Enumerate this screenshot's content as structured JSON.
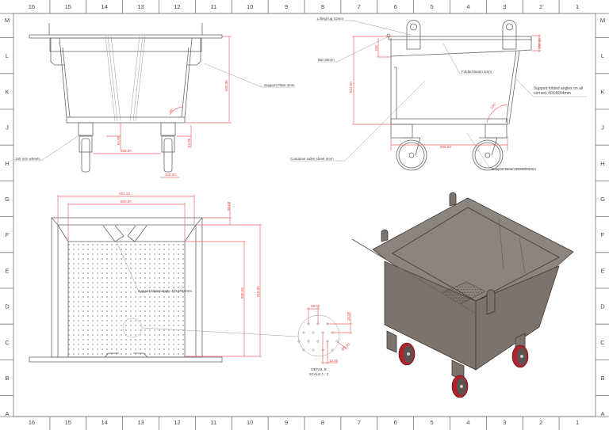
{
  "sheet": {
    "columns": [
      "16",
      "15",
      "14",
      "13",
      "12",
      "11",
      "10",
      "9",
      "8",
      "7",
      "6",
      "5",
      "4",
      "3",
      "2",
      "1"
    ],
    "rows": [
      "M",
      "L",
      "K",
      "J",
      "H",
      "G",
      "F",
      "E",
      "D",
      "C",
      "B",
      "A"
    ]
  },
  "front_view": {
    "labels": {
      "support_plate": "Support Plate 4mm",
      "wheels": "150 mm wheels"
    },
    "dims": {
      "height": "600.00",
      "angle": "95°",
      "wheel_gap_left": "84.00",
      "wheel_gap_right": "84.00",
      "wheel_span": "468.00",
      "wheel_width": "100.00"
    }
  },
  "side_view": {
    "labels": {
      "lifting_lug": "Lifting lug 10mm",
      "bar": "Bar 30mm",
      "folded_beam": "Folded Beam 4mm",
      "support_angles": "Support folded angles on all corners 40X40X4mm",
      "container_sides": "Container sides sheet 4mm",
      "support_beam": "Support Beam 80X80X4mm"
    },
    "dims": {
      "height": "614.00",
      "rim": "150",
      "beam": "100.00",
      "angle": "105°",
      "wheelbase": "808.00"
    }
  },
  "top_view": {
    "labels": {
      "support_angle": "support folded angle 40X40X4mm"
    },
    "dims": {
      "outer_width": "933.13",
      "inner_width": "800.00",
      "rim": "50.00",
      "inner_depth": "800.00",
      "outer_depth": "910.08"
    }
  },
  "detail_b": {
    "title": "DETAIL B",
    "scale": "SCALE 1 : 2",
    "dims": {
      "pitch_x": "25.00",
      "pitch_y": "25.00",
      "offset": "12.50",
      "hole": "Ø5.00"
    }
  },
  "colors": {
    "dimension": "#f06a6a",
    "body": "#7c736d",
    "wheel": "#b3212a"
  }
}
